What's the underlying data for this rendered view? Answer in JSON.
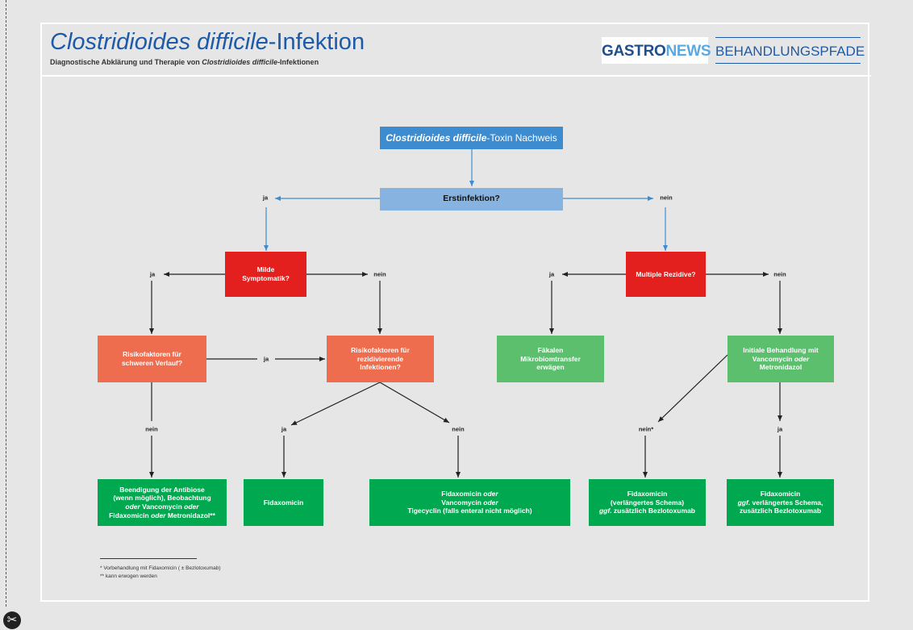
{
  "header": {
    "title_italic": "Clostridioides difficile",
    "title_rest": "-Infektion",
    "subtitle_pre": "Diagnostische Abklärung und Therapie von ",
    "subtitle_italic": "Clostridioides difficile",
    "subtitle_post": "-Infektionen",
    "logo_part1": "GASTRO",
    "logo_part2": "NEWS",
    "section": "BEHANDLUNGSPFADE"
  },
  "nodes": {
    "toxin": {
      "italic": "Clostridioides difficile",
      "text": "-Toxin Nachweis"
    },
    "erstinfektion": "Erstinfektion?",
    "milde": [
      "Milde",
      "Symptomatik?"
    ],
    "multiple": "Multiple Rezidive?",
    "risiko_schwer": [
      "Risikofaktoren für",
      "schweren Verlauf?"
    ],
    "risiko_rezidiv": [
      "Risikofaktoren für",
      "rezidivierende",
      "Infektionen?"
    ],
    "faekal": [
      "Fäkalen",
      "Mikrobiomtransfer",
      "erwägen"
    ],
    "initiale": {
      "l1": "Initiale Behandlung mit",
      "l2a": "Vancomycin ",
      "l2b": "oder",
      "l3": "Metronidazol"
    },
    "end1": {
      "l1": "Beendigung der Antibiose",
      "l2": "(wenn möglich), Beobachtung",
      "l3a": "oder",
      "l3b": " Vancomycin ",
      "l3c": "oder",
      "l4a": "Fidaxomicin ",
      "l4b": "oder",
      "l4c": " Metronidazol**"
    },
    "end2": "Fidaxomicin",
    "end3": {
      "l1a": "Fidaxomicin ",
      "l1b": "oder",
      "l2a": "Vancomycin ",
      "l2b": "oder",
      "l3": "Tigecyclin (falls enteral nicht möglich)"
    },
    "end4": {
      "l1": "Fidaxomicin",
      "l2": "(verlängertes Schema)",
      "l3a": "ggf.",
      "l3b": " zusätzlich Bezlotoxumab"
    },
    "end5": {
      "l1": "Fidaxomicin",
      "l2a": "ggf.",
      "l2b": " verlängertes Schema,",
      "l3": "zusätzlich Bezlotoxumab"
    }
  },
  "labels": {
    "ja": "ja",
    "nein": "nein",
    "nein_star": "nein*"
  },
  "footnotes": {
    "f1": "* Vorbehandlung mit Fidaxomicin ( ± Bezlotoxumab)",
    "f2": "** kann erwogen werden"
  },
  "colors": {
    "title_blue": "#1d5aa7",
    "box_blue": "#3d8cd0",
    "box_lightblue": "#86b3e0",
    "red": "#e3201e",
    "orange": "#ee6d4e",
    "light_green": "#5bbf6e",
    "green": "#00a94f"
  }
}
